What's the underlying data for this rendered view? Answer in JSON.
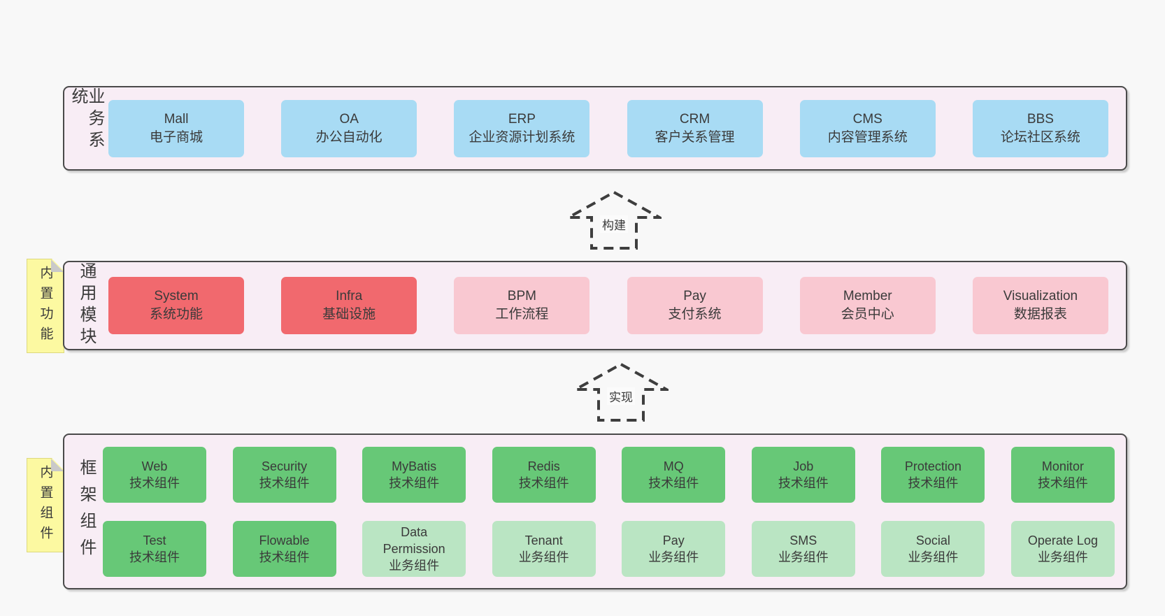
{
  "palette": {
    "page_bg": "#f8f8f8",
    "section_bg": "#f8edf5",
    "section_border": "#4a4a4a",
    "blue": "#a8dbf4",
    "red": "#f1696e",
    "pink": "#f9c8d1",
    "green": "#67c877",
    "lightgreen": "#bae5c3",
    "sticky_yellow": "#fcf9a1",
    "fold_gray": "#c9c9c9",
    "text": "#3a3a3a"
  },
  "sections": [
    {
      "id": "business",
      "label": "业务系统",
      "rows": [
        [
          {
            "name": "Mall",
            "desc": "电子商城",
            "variant": "blue"
          },
          {
            "name": "OA",
            "desc": "办公自动化",
            "variant": "blue"
          },
          {
            "name": "ERP",
            "desc": "企业资源计划系统",
            "variant": "blue"
          },
          {
            "name": "CRM",
            "desc": "客户关系管理",
            "variant": "blue"
          },
          {
            "name": "CMS",
            "desc": "内容管理系统",
            "variant": "blue"
          },
          {
            "name": "BBS",
            "desc": "论坛社区系统",
            "variant": "blue"
          }
        ]
      ]
    },
    {
      "id": "modules",
      "label": "通用模块",
      "sticky": "内置功能",
      "rows": [
        [
          {
            "name": "System",
            "desc": "系统功能",
            "variant": "red"
          },
          {
            "name": "Infra",
            "desc": "基础设施",
            "variant": "red"
          },
          {
            "name": "BPM",
            "desc": "工作流程",
            "variant": "pink"
          },
          {
            "name": "Pay",
            "desc": "支付系统",
            "variant": "pink"
          },
          {
            "name": "Member",
            "desc": "会员中心",
            "variant": "pink"
          },
          {
            "name": "Visualization",
            "desc": "数据报表",
            "variant": "pink"
          }
        ]
      ]
    },
    {
      "id": "framework",
      "label": "框架组件",
      "sticky": "内置组件",
      "rows": [
        [
          {
            "name": "Web",
            "desc": "技术组件",
            "variant": "green"
          },
          {
            "name": "Security",
            "desc": "技术组件",
            "variant": "green"
          },
          {
            "name": "MyBatis",
            "desc": "技术组件",
            "variant": "green"
          },
          {
            "name": "Redis",
            "desc": "技术组件",
            "variant": "green"
          },
          {
            "name": "MQ",
            "desc": "技术组件",
            "variant": "green"
          },
          {
            "name": "Job",
            "desc": "技术组件",
            "variant": "green"
          },
          {
            "name": "Protection",
            "desc": "技术组件",
            "variant": "green"
          },
          {
            "name": "Monitor",
            "desc": "技术组件",
            "variant": "green"
          }
        ],
        [
          {
            "name": "Test",
            "desc": "技术组件",
            "variant": "green"
          },
          {
            "name": "Flowable",
            "desc": "技术组件",
            "variant": "green"
          },
          {
            "name": "Data Permission",
            "desc": "业务组件",
            "variant": "lightgreen"
          },
          {
            "name": "Tenant",
            "desc": "业务组件",
            "variant": "lightgreen"
          },
          {
            "name": "Pay",
            "desc": "业务组件",
            "variant": "lightgreen"
          },
          {
            "name": "SMS",
            "desc": "业务组件",
            "variant": "lightgreen"
          },
          {
            "name": "Social",
            "desc": "业务组件",
            "variant": "lightgreen"
          },
          {
            "name": "Operate Log",
            "desc": "业务组件",
            "variant": "lightgreen"
          }
        ]
      ]
    }
  ],
  "arrows": [
    {
      "label": "构建"
    },
    {
      "label": "实现"
    }
  ]
}
